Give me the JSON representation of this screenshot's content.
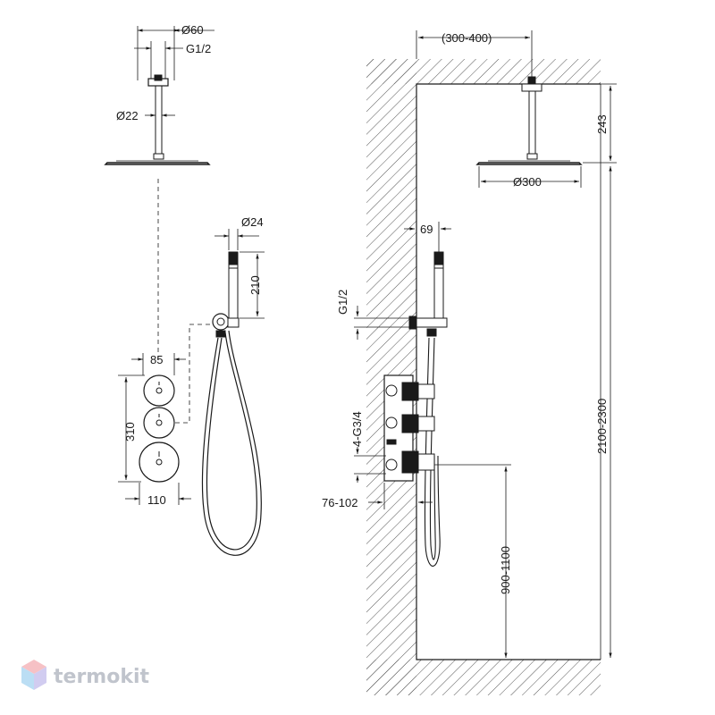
{
  "diagram": {
    "dims": {
      "pipe_outer_dia": "Ø60",
      "pipe_thread": "G1/2",
      "pipe_dia": "Ø22",
      "handle_dia": "Ø24",
      "handle_length": "210",
      "knob_spacing": "85",
      "panel_height": "310",
      "panel_width": "110",
      "ceiling_offset": "(300-400)",
      "arm_length": "243",
      "head_dia": "Ø300",
      "holder_offset": "69",
      "wall_thread": "G1/2",
      "inlet_threads": "4-G3/4",
      "mount_depth": "76-102",
      "valve_height": "900-1100",
      "head_height": "2100-2300"
    }
  },
  "brand": {
    "name": "termokit",
    "color": "#c0c4cc",
    "logo_colors": [
      "#e8505b",
      "#3ea2e0",
      "#7d6fd6"
    ]
  },
  "colors": {
    "line": "#1a1a1a",
    "hatch": "#555555"
  }
}
